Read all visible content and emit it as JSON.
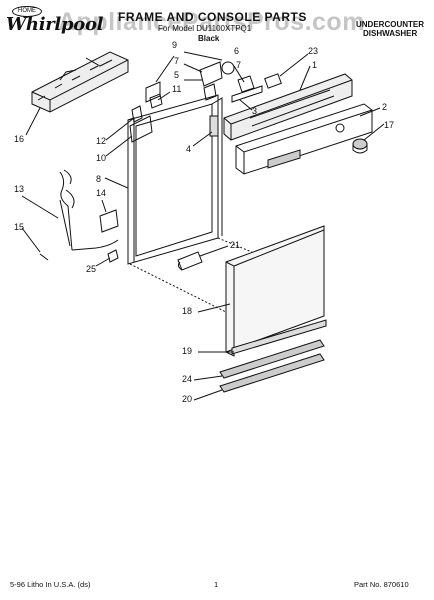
{
  "header": {
    "brand": "Whirlpool",
    "brand_mark": "HOME",
    "title": "FRAME AND CONSOLE PARTS",
    "model_line": "For Model DU1100XTPQ1",
    "finish": "Black",
    "appliance_type_line1": "UNDERCOUNTER",
    "appliance_type_line2": "DISHWASHER"
  },
  "watermark": "AppliancePartsPros.com",
  "callouts": [
    "1",
    "2",
    "3",
    "4",
    "5",
    "6",
    "7",
    "7",
    "8",
    "9",
    "10",
    "11",
    "12",
    "13",
    "14",
    "15",
    "16",
    "17",
    "18",
    "19",
    "20",
    "21",
    "23",
    "24",
    "25"
  ],
  "footer": {
    "print_info": "5-96 Litho In U.S.A. (ds)",
    "page_number": "1",
    "part_number": "Part No. 870610"
  }
}
